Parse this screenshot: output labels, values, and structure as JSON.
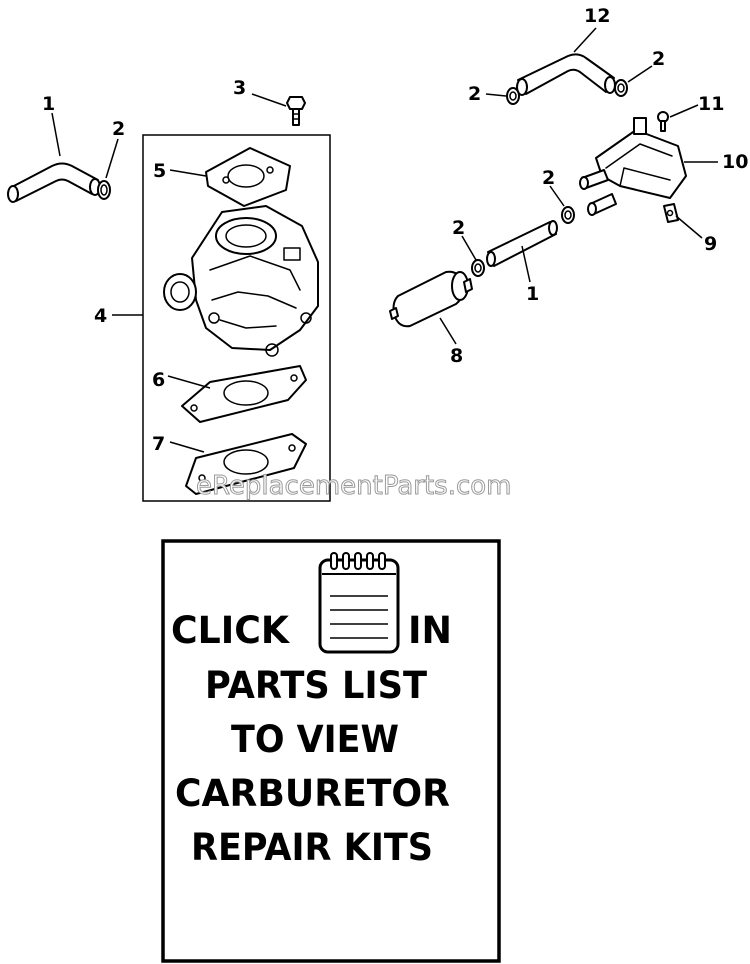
{
  "callouts": {
    "c1_left": "1",
    "c2_left": "2",
    "c3": "3",
    "c4": "4",
    "c5": "5",
    "c6": "6",
    "c7": "7",
    "c12": "12",
    "c2_top_left": "2",
    "c2_top_right": "2",
    "c11": "11",
    "c10": "10",
    "c2_mid": "2",
    "c2_filter": "2",
    "c9": "9",
    "c1_right": "1",
    "c8": "8"
  },
  "watermark": "eReplacementParts.com",
  "kit_box": {
    "line1_left": "CLICK",
    "line1_right": "IN",
    "line2": "PARTS LIST",
    "line3": "TO VIEW",
    "line4": "CARBURETOR",
    "line5": "REPAIR KITS"
  },
  "icons": {
    "kit": "notepad-icon"
  },
  "colors": {
    "ink": "#000000",
    "paper": "#ffffff",
    "watermark_stroke": "#9a9a9a"
  }
}
